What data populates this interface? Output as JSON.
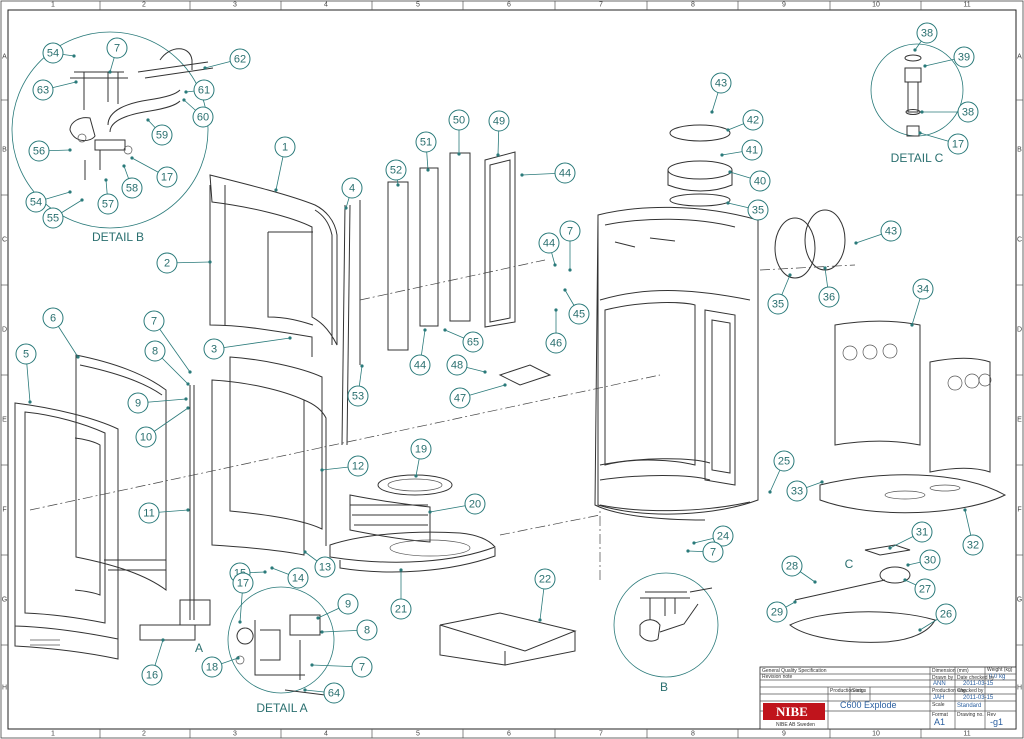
{
  "drawing": {
    "detail_labels": {
      "b": "DETAIL B",
      "c": "DETAIL C",
      "a": "DETAIL A",
      "a_marker": "A",
      "b_marker": "B",
      "c_marker": "C"
    },
    "zones": {
      "columns": [
        "1",
        "2",
        "3",
        "4",
        "5",
        "6",
        "7",
        "8",
        "9",
        "10",
        "11"
      ],
      "rows": [
        "A",
        "B",
        "C",
        "D",
        "E",
        "F",
        "G",
        "H"
      ]
    },
    "callouts": [
      "1",
      "2",
      "3",
      "4",
      "5",
      "6",
      "7",
      "8",
      "9",
      "10",
      "11",
      "12",
      "13",
      "14",
      "15",
      "16",
      "17",
      "18",
      "19",
      "20",
      "21",
      "22",
      "24",
      "25",
      "26",
      "27",
      "28",
      "29",
      "30",
      "31",
      "32",
      "33",
      "34",
      "35",
      "36",
      "38",
      "39",
      "40",
      "41",
      "42",
      "43",
      "44",
      "45",
      "46",
      "47",
      "48",
      "49",
      "50",
      "51",
      "52",
      "53",
      "54",
      "55",
      "56",
      "57",
      "58",
      "59",
      "60",
      "61",
      "62",
      "63",
      "64",
      "65"
    ],
    "colors": {
      "accent": "#2a7a7a",
      "line": "#333333",
      "logo": "#c0141c"
    }
  },
  "title_block": {
    "general_tolerance": "General Quality Specification",
    "revision_note": "Revision note",
    "dimensions_label": "Dimension (mm)",
    "weight_label": "Weight (kg)",
    "weight_value": "0.0 kg",
    "drawn_by_label": "Drawn by",
    "drawn_by": "ANN",
    "date_checked_label": "Date checked by",
    "date_checked": "2011-03-15",
    "production_label": "Production eng.",
    "production": "JAH",
    "status_label": "Status",
    "checked_label": "Checked by",
    "checked_date": "2011-03-15",
    "scale_label": "Scale",
    "scale": "Standard",
    "logo": "NIBE",
    "company": "NIBE AB Sweden",
    "title": "C600 Explode",
    "format_label": "Format",
    "format": "A1",
    "drawing_no_label": "Drawing no.",
    "rev_label": "Rev",
    "rev": "-g1"
  }
}
